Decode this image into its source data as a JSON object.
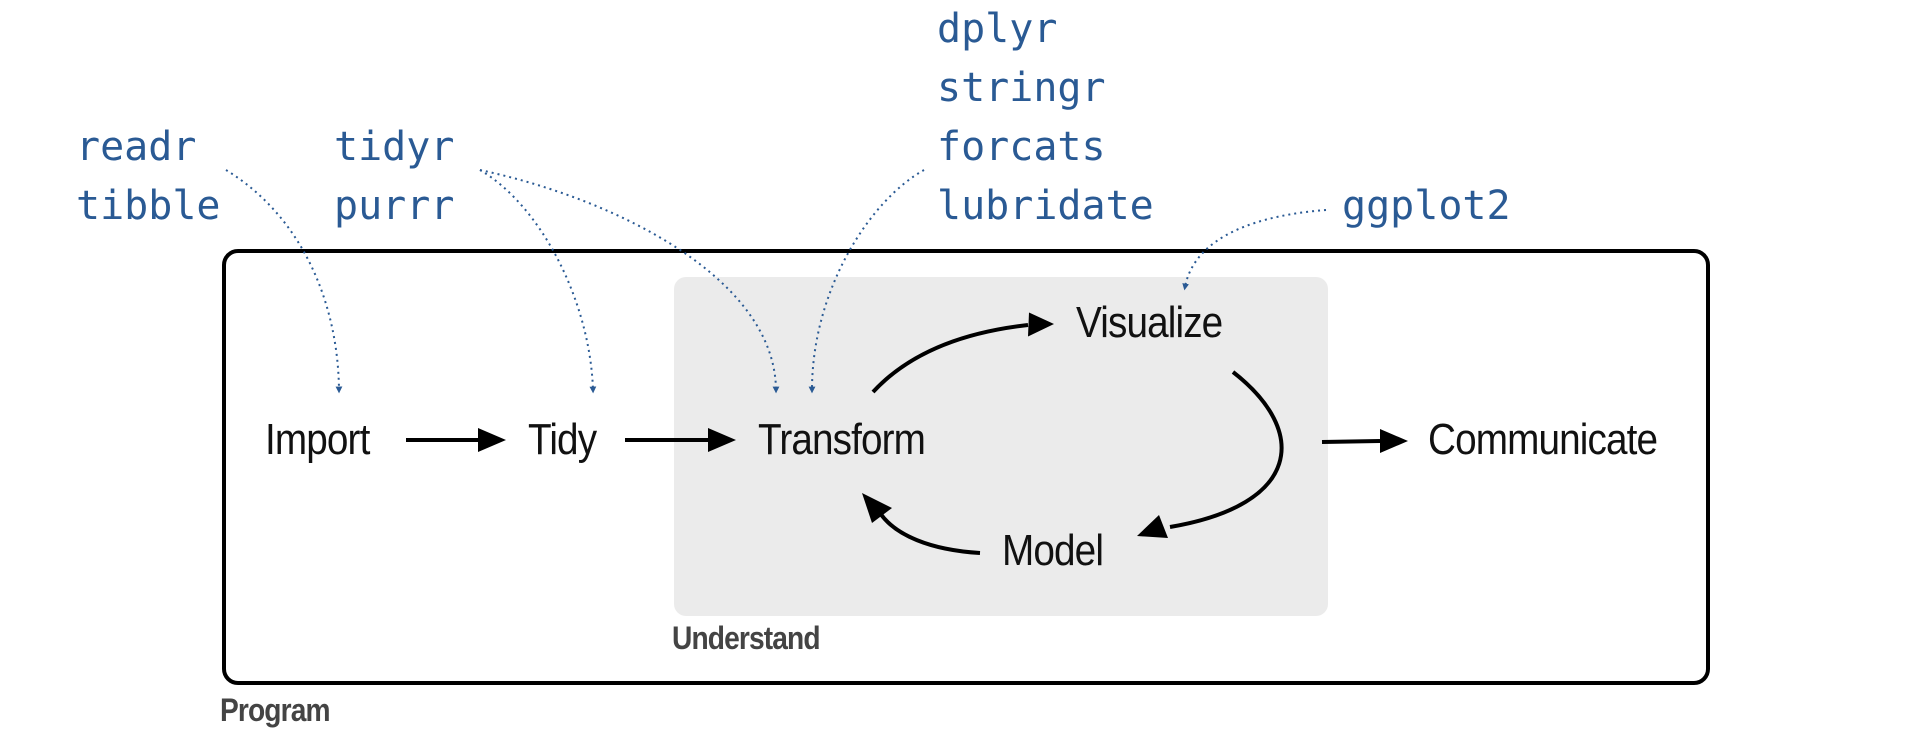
{
  "packages": {
    "import_pkgs": [
      "readr",
      "tibble"
    ],
    "tidy_pkgs": [
      "tidyr",
      "purrr"
    ],
    "transform_pkgs": [
      "dplyr",
      "stringr",
      "forcats",
      "lubridate"
    ],
    "visualize_pkgs": [
      "ggplot2"
    ]
  },
  "nodes": {
    "import": "Import",
    "tidy": "Tidy",
    "transform": "Transform",
    "visualize": "Visualize",
    "model": "Model",
    "communicate": "Communicate"
  },
  "containers": {
    "understand": "Understand",
    "program": "Program"
  },
  "colors": {
    "package_text": "#2a5a94",
    "dotted_connector": "#2a5a94",
    "understand_fill": "#ebebeb",
    "arrow": "#000000"
  }
}
